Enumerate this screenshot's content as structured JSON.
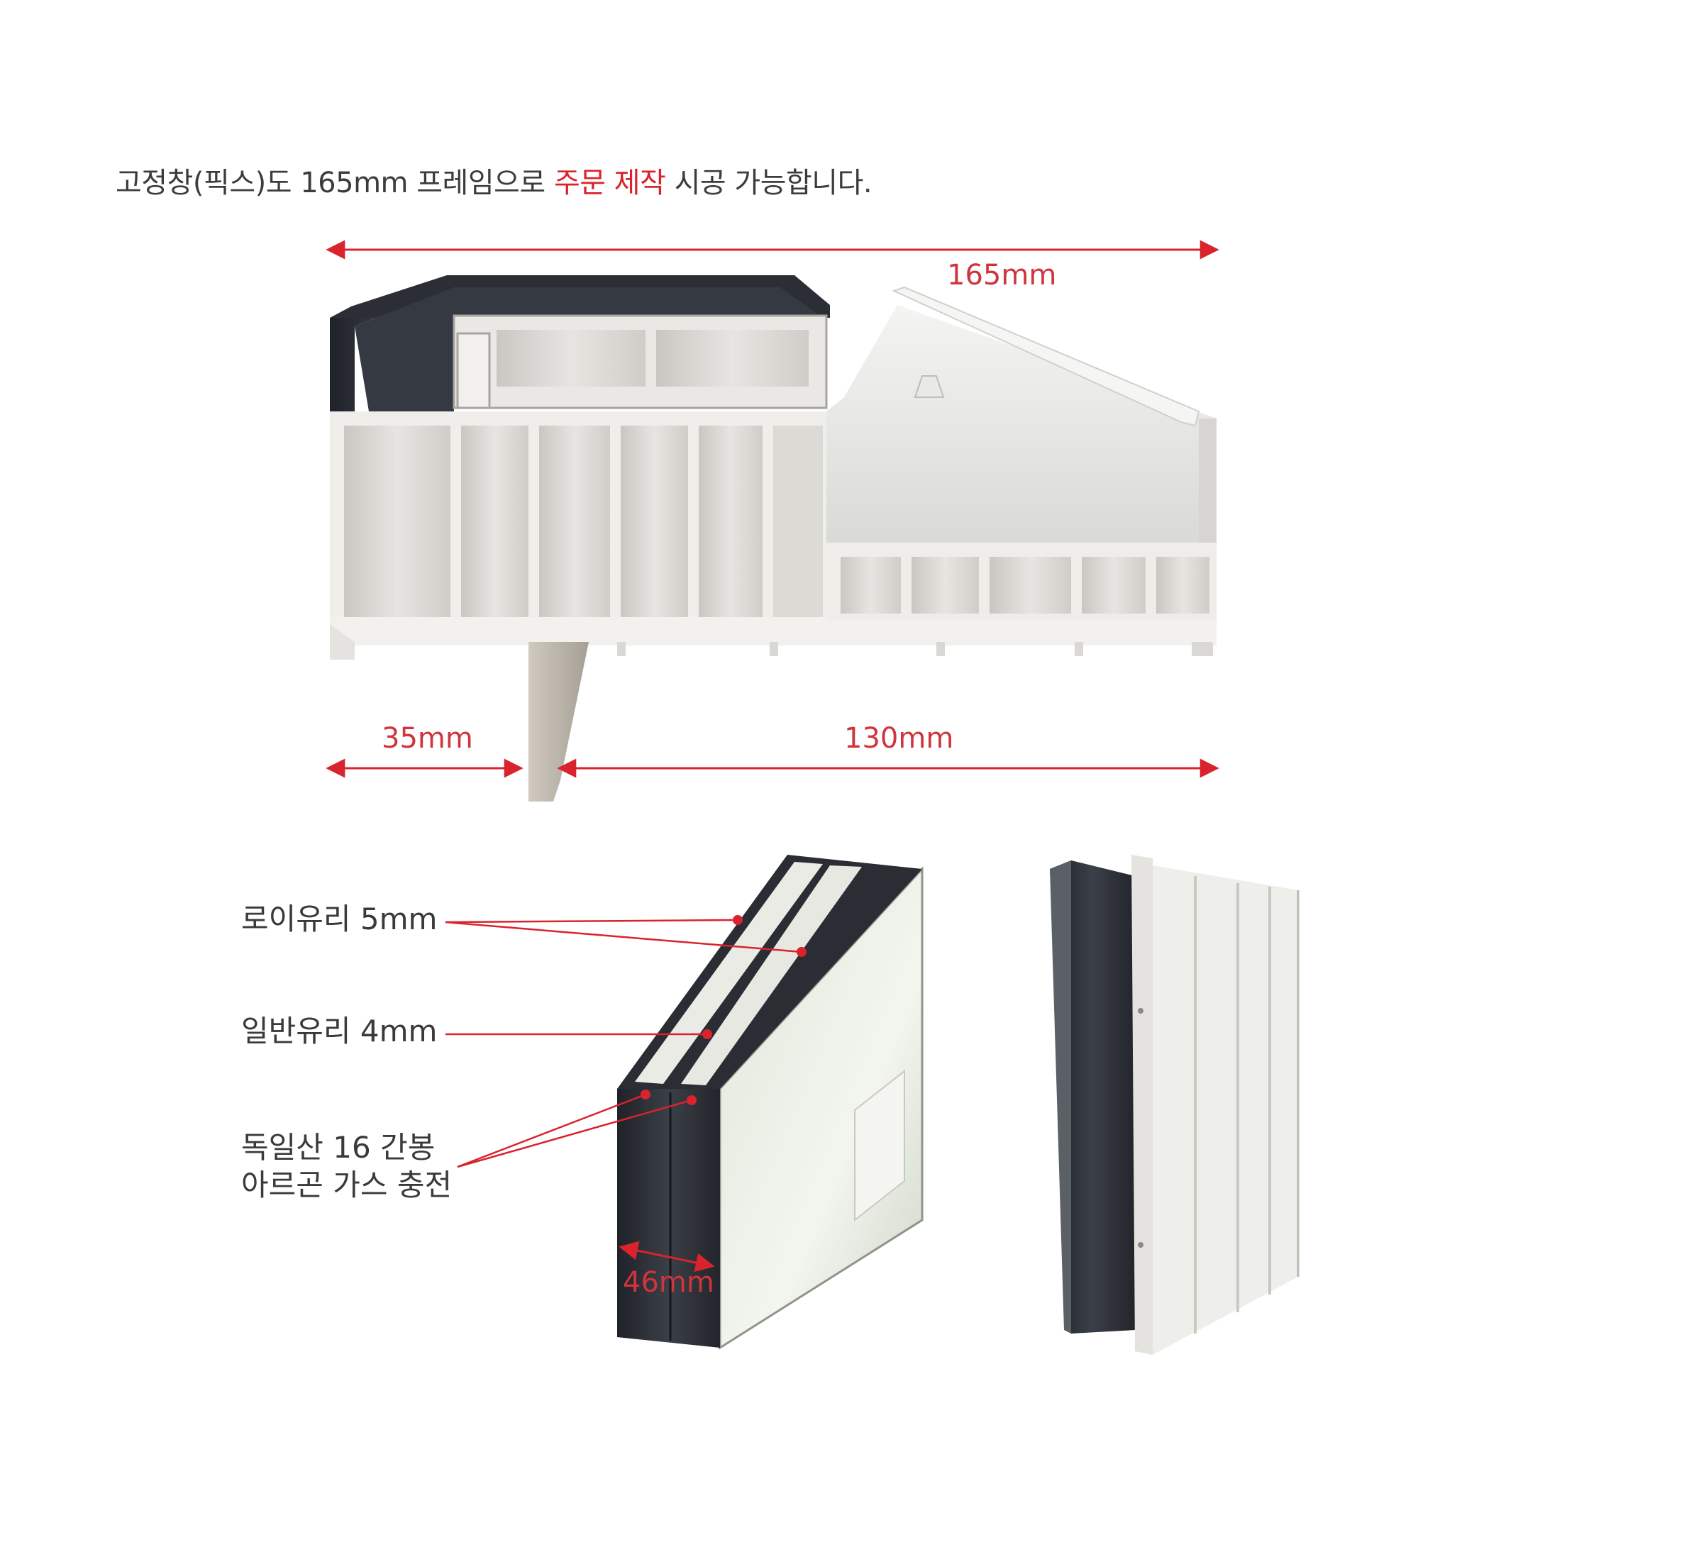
{
  "headline": {
    "prefix": "고정창(픽스)도 165mm 프레임으로 ",
    "highlight": "주문 제작",
    "suffix": " 시공 가능합니다."
  },
  "dimensions": {
    "total": "165mm",
    "left": "35mm",
    "right": "130mm",
    "glass_thickness": "46mm"
  },
  "glass_labels": {
    "low_e": "로이유리 5mm",
    "standard": "일반유리 4mm",
    "spacer_line1": "독일산 16 간봉",
    "spacer_line2": "아르곤 가스 충전"
  },
  "colors": {
    "accent_red": "#d9232d",
    "frame_dark": "#2c2f35",
    "frame_white": "#eeeeec"
  }
}
